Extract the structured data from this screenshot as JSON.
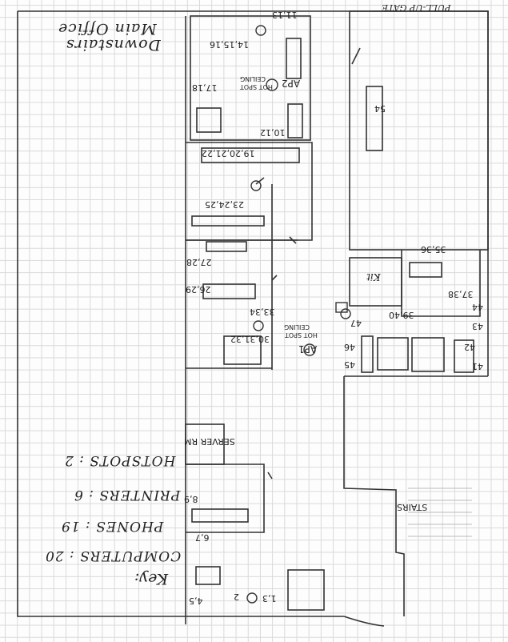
{
  "labels": {
    "pull_up_gate": "PULL-UP GATE",
    "main_office": "Main Office",
    "downstairs": "Downstairs",
    "l_11_13": "11,13",
    "l_14_15_16": "14,15,16",
    "l_17_18": "17,18",
    "ap2": "AP2",
    "ceiling": "CEILING",
    "hot_spot": "HOT SPOT",
    "l_10_12": "10,12",
    "l_54": "54",
    "l_19_22": "19,20,21,22",
    "l_23_25": "23,24,25",
    "l_27_28": "27,28",
    "l_26_29": "26,29",
    "l_33_34": "33,34",
    "l_30_31_32": "30,31,32",
    "ap1": "AP1",
    "l_35_36": "35,36",
    "kit": "Kit",
    "l_37_38": "37,38",
    "l_39_40": "39,40",
    "l_44": "44",
    "l_43": "43",
    "l_47": "47",
    "l_46": "46",
    "l_45": "45",
    "l_42": "42",
    "l_41": "41",
    "server_rm": "SERVER RM",
    "l_8_9": "8,9",
    "l_6_7": "6,7",
    "stairs": "STAIRS",
    "l_4_5": "4,5",
    "l_2": "2",
    "l_1_3": "1,3"
  },
  "key": {
    "title": "Key:",
    "computers": "COMPUTERS : 20",
    "phones": "PHONES : 19",
    "printers": "PRINTERS : 6",
    "hotspots": "HOTSPOTS : 2"
  }
}
